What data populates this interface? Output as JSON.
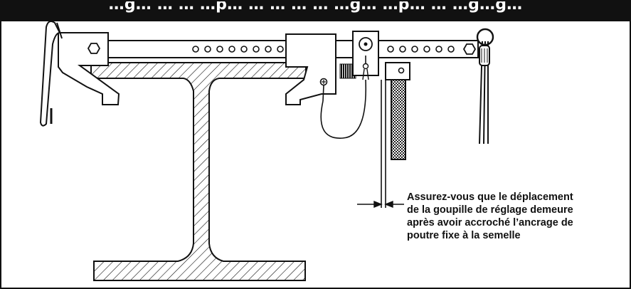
{
  "title": "…g… … … …p… … … … … …g… …p… … …g…g…",
  "callout": {
    "lines": [
      "Assurez-vous que le déplacement",
      "de la goupille de réglage demeure",
      "après avoir accroché l’ancrage de",
      "poutre fixe à la semelle"
    ]
  },
  "colors": {
    "ink": "#111111",
    "paper": "#ffffff"
  }
}
